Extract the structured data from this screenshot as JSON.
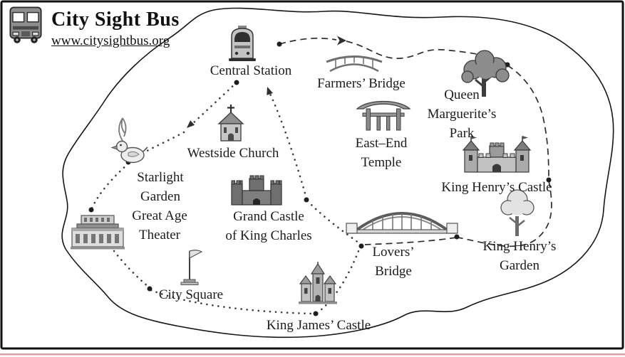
{
  "logo": {
    "title": "City Sight Bus",
    "url": "www.citysightbus.org"
  },
  "colors": {
    "map_outline": "#161616",
    "route_color": "#333333",
    "scan_line": "#e89ba5"
  },
  "routes": {
    "west_loop_style": "dotted",
    "east_loop_style": "dashed"
  },
  "locations": {
    "central_station": {
      "label": "Central Station",
      "icon": "train-icon"
    },
    "farmers_bridge": {
      "label": "Farmers’ Bridge",
      "icon": "arch-bridge-icon"
    },
    "queen_marguerites_park": {
      "line1": "Queen",
      "line2": "Marguerite’s",
      "line3": "Park",
      "icon": "dark-tree-icon"
    },
    "east_end_temple": {
      "line1": "East–End",
      "line2": "Temple",
      "icon": "temple-gate-icon"
    },
    "king_henrys_castle": {
      "label": "King Henry’s Castle",
      "icon": "castle-icon"
    },
    "king_henrys_garden": {
      "line1": "King Henry’s",
      "line2": "Garden",
      "icon": "light-tree-icon"
    },
    "lovers_bridge": {
      "line1": "Lovers’",
      "line2": "Bridge",
      "icon": "suspension-bridge-icon"
    },
    "grand_castle_of_king_charles": {
      "line1": "Grand Castle",
      "line2": "of King Charles",
      "icon": "fort-icon"
    },
    "westside_church": {
      "label": "Westside Church",
      "icon": "church-icon"
    },
    "starlight_garden": {
      "line1": "Starlight",
      "line2": "Garden",
      "icon": "duck-icon"
    },
    "great_age_theater": {
      "line1": "Great Age",
      "line2": "Theater",
      "icon": "theater-icon"
    },
    "city_square": {
      "label": "City Square",
      "icon": "flag-icon"
    },
    "king_james_castle": {
      "label": "King James’ Castle",
      "icon": "cathedral-icon"
    }
  }
}
